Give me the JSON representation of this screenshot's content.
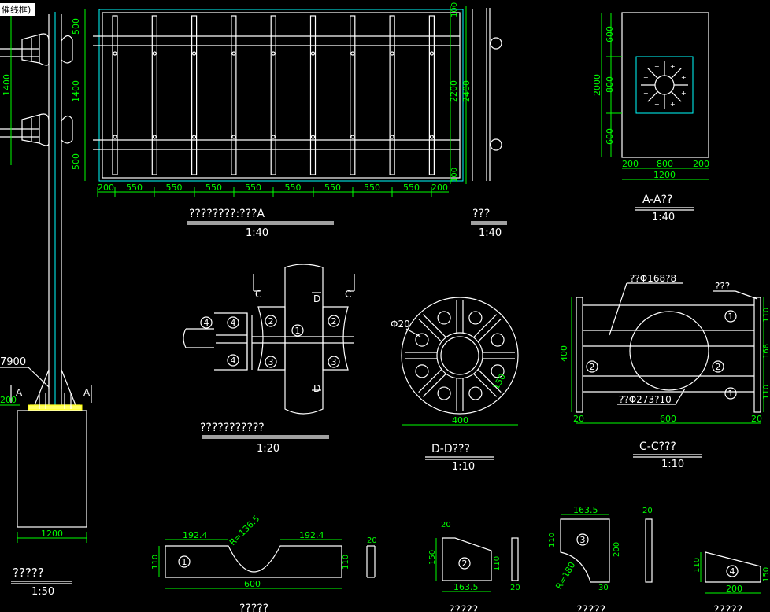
{
  "labels": {
    "top_left": "催线框)",
    "title_elev": "????????:???A",
    "scale_140": "1:40",
    "title_side": "???",
    "title_aa": "A-A??",
    "title_joint": "???????????",
    "scale_120": "1:20",
    "title_dd": "D-D???",
    "scale_110": "1:10",
    "title_cc": "C-C???",
    "title_pole": "?????",
    "scale_150": "1:50",
    "title_p1": "?????",
    "title_p2": "?????",
    "title_p3": "?????",
    "title_p4": "?????",
    "pipe168": "??Φ168?8",
    "pipe273": "??Φ273?10",
    "cc_note": "???",
    "phi20": "Φ20",
    "r1365": "R=136.5",
    "r180": "R=180",
    "v7900": "7900",
    "cut_a": "A",
    "cut_c": "C",
    "cut_d": "D"
  },
  "dims": {
    "d550": "550",
    "d200": "200",
    "d500": "500",
    "d1400": "1400",
    "d2200": "2200",
    "d2400": "2400",
    "d100": "100",
    "d600": "600",
    "d800": "800",
    "d2000": "2000",
    "d1200": "1200",
    "d400": "400",
    "d110": "110",
    "d168": "168",
    "d20": "20",
    "d192": "192.4",
    "d1635": "163.5",
    "d150": "150",
    "d30": "30"
  },
  "callouts": {
    "n1": "1",
    "n2": "2",
    "n3": "3",
    "n4": "4"
  }
}
